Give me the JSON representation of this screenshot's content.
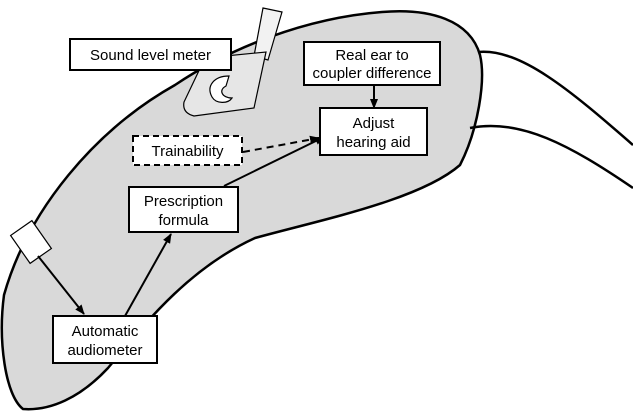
{
  "colors": {
    "device_fill": "#d9d9d9",
    "box_fill": "#ffffff",
    "stroke": "#000000",
    "meter_fill": "#e6e6e6"
  },
  "icons": {
    "sound_level_meter": "sound-level-meter-icon",
    "probe": "probe-tab-icon"
  },
  "labels": {
    "sound_level_meter": "Sound level meter",
    "real_ear_line1": "Real ear to",
    "real_ear_line2": "coupler difference",
    "adjust_line1": "Adjust",
    "adjust_line2": "hearing aid",
    "trainability": "Trainability",
    "prescription_line1": "Prescription",
    "prescription_line2": "formula",
    "automatic_line1": "Automatic",
    "automatic_line2": "audiometer"
  }
}
